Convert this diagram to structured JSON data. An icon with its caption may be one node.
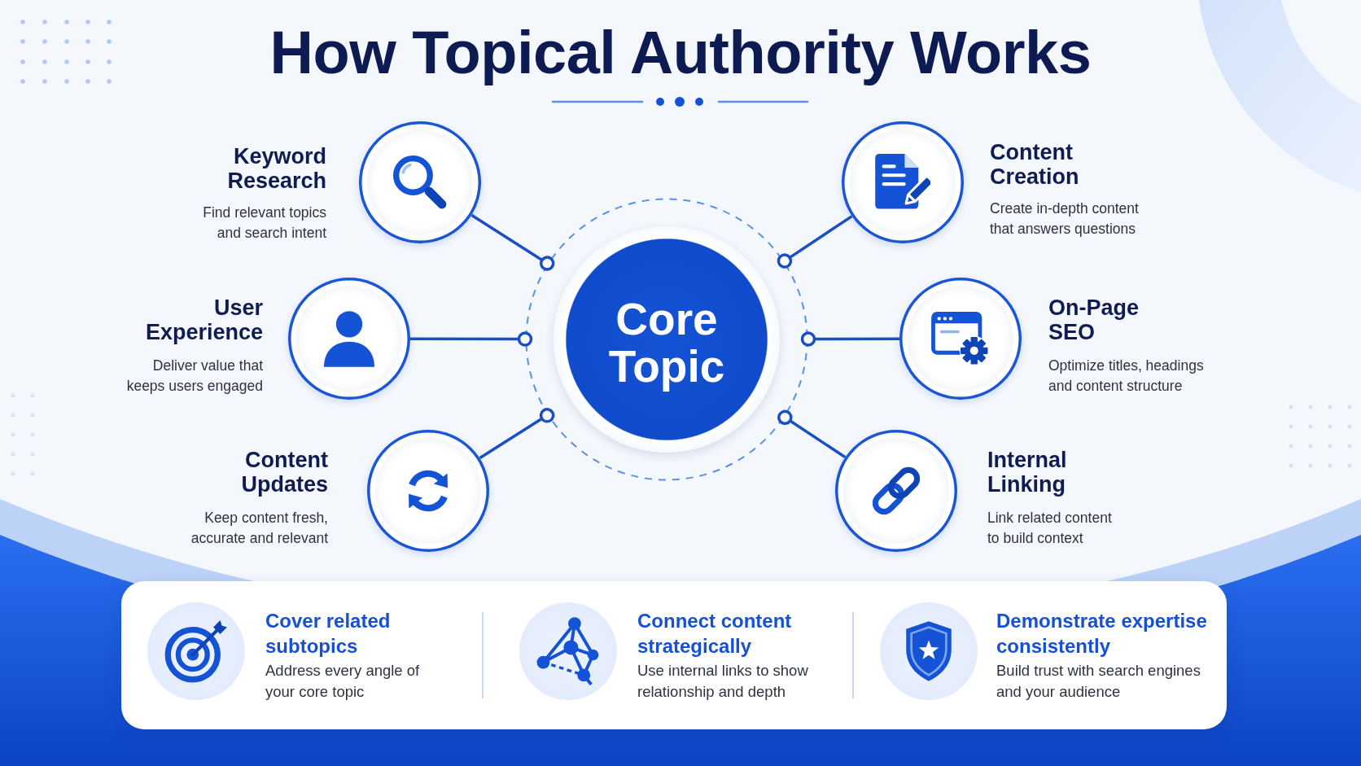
{
  "diagram": {
    "title": "How Topical Authority Works",
    "nodes": [
      {
        "text": [],
        "shape": "circle"
      },
      {
        "text": [
          "Core Topic"
        ],
        "in": 0
      },
      {
        "text": [
          "Keyword Research",
          "Find relevant topics and search intent"
        ]
      },
      {
        "text": [
          "Content Creation",
          "Create in-depth content that answers questions"
        ]
      },
      {
        "text": [
          "User Experience",
          "Deliver value that keeps users engaged"
        ]
      },
      {
        "text": [
          "On-Page SEO",
          "Optimize titles, headings and content structure"
        ]
      },
      {
        "text": [
          "Content Updates",
          "Keep content fresh, accurate and relevant"
        ]
      },
      {
        "text": [
          "Internal Linking",
          "Link related content to build context"
        ]
      },
      {
        "text": [],
        "shape": "box"
      },
      {
        "text": [
          "Cover related subtopics",
          "Address every angle of your core topic"
        ],
        "in": 8
      },
      {
        "text": [
          "Connect content strategically",
          "Use internal links to show relationship and depth"
        ],
        "in": 8
      },
      {
        "text": [
          "Demonstrate expertise consistently",
          "Build trust with search engines and your audience"
        ],
        "in": 8
      }
    ],
    "edges": [
      {
        "from": 0,
        "to": 2,
        "arrow": "other"
      },
      {
        "from": 0,
        "to": 3,
        "arrow": "other"
      },
      {
        "from": 0,
        "to": 4,
        "arrow": "other"
      },
      {
        "from": 0,
        "to": 5,
        "arrow": "other"
      },
      {
        "from": 0,
        "to": 6,
        "arrow": "other"
      },
      {
        "from": 0,
        "to": 7,
        "arrow": "other"
      }
    ]
  }
}
